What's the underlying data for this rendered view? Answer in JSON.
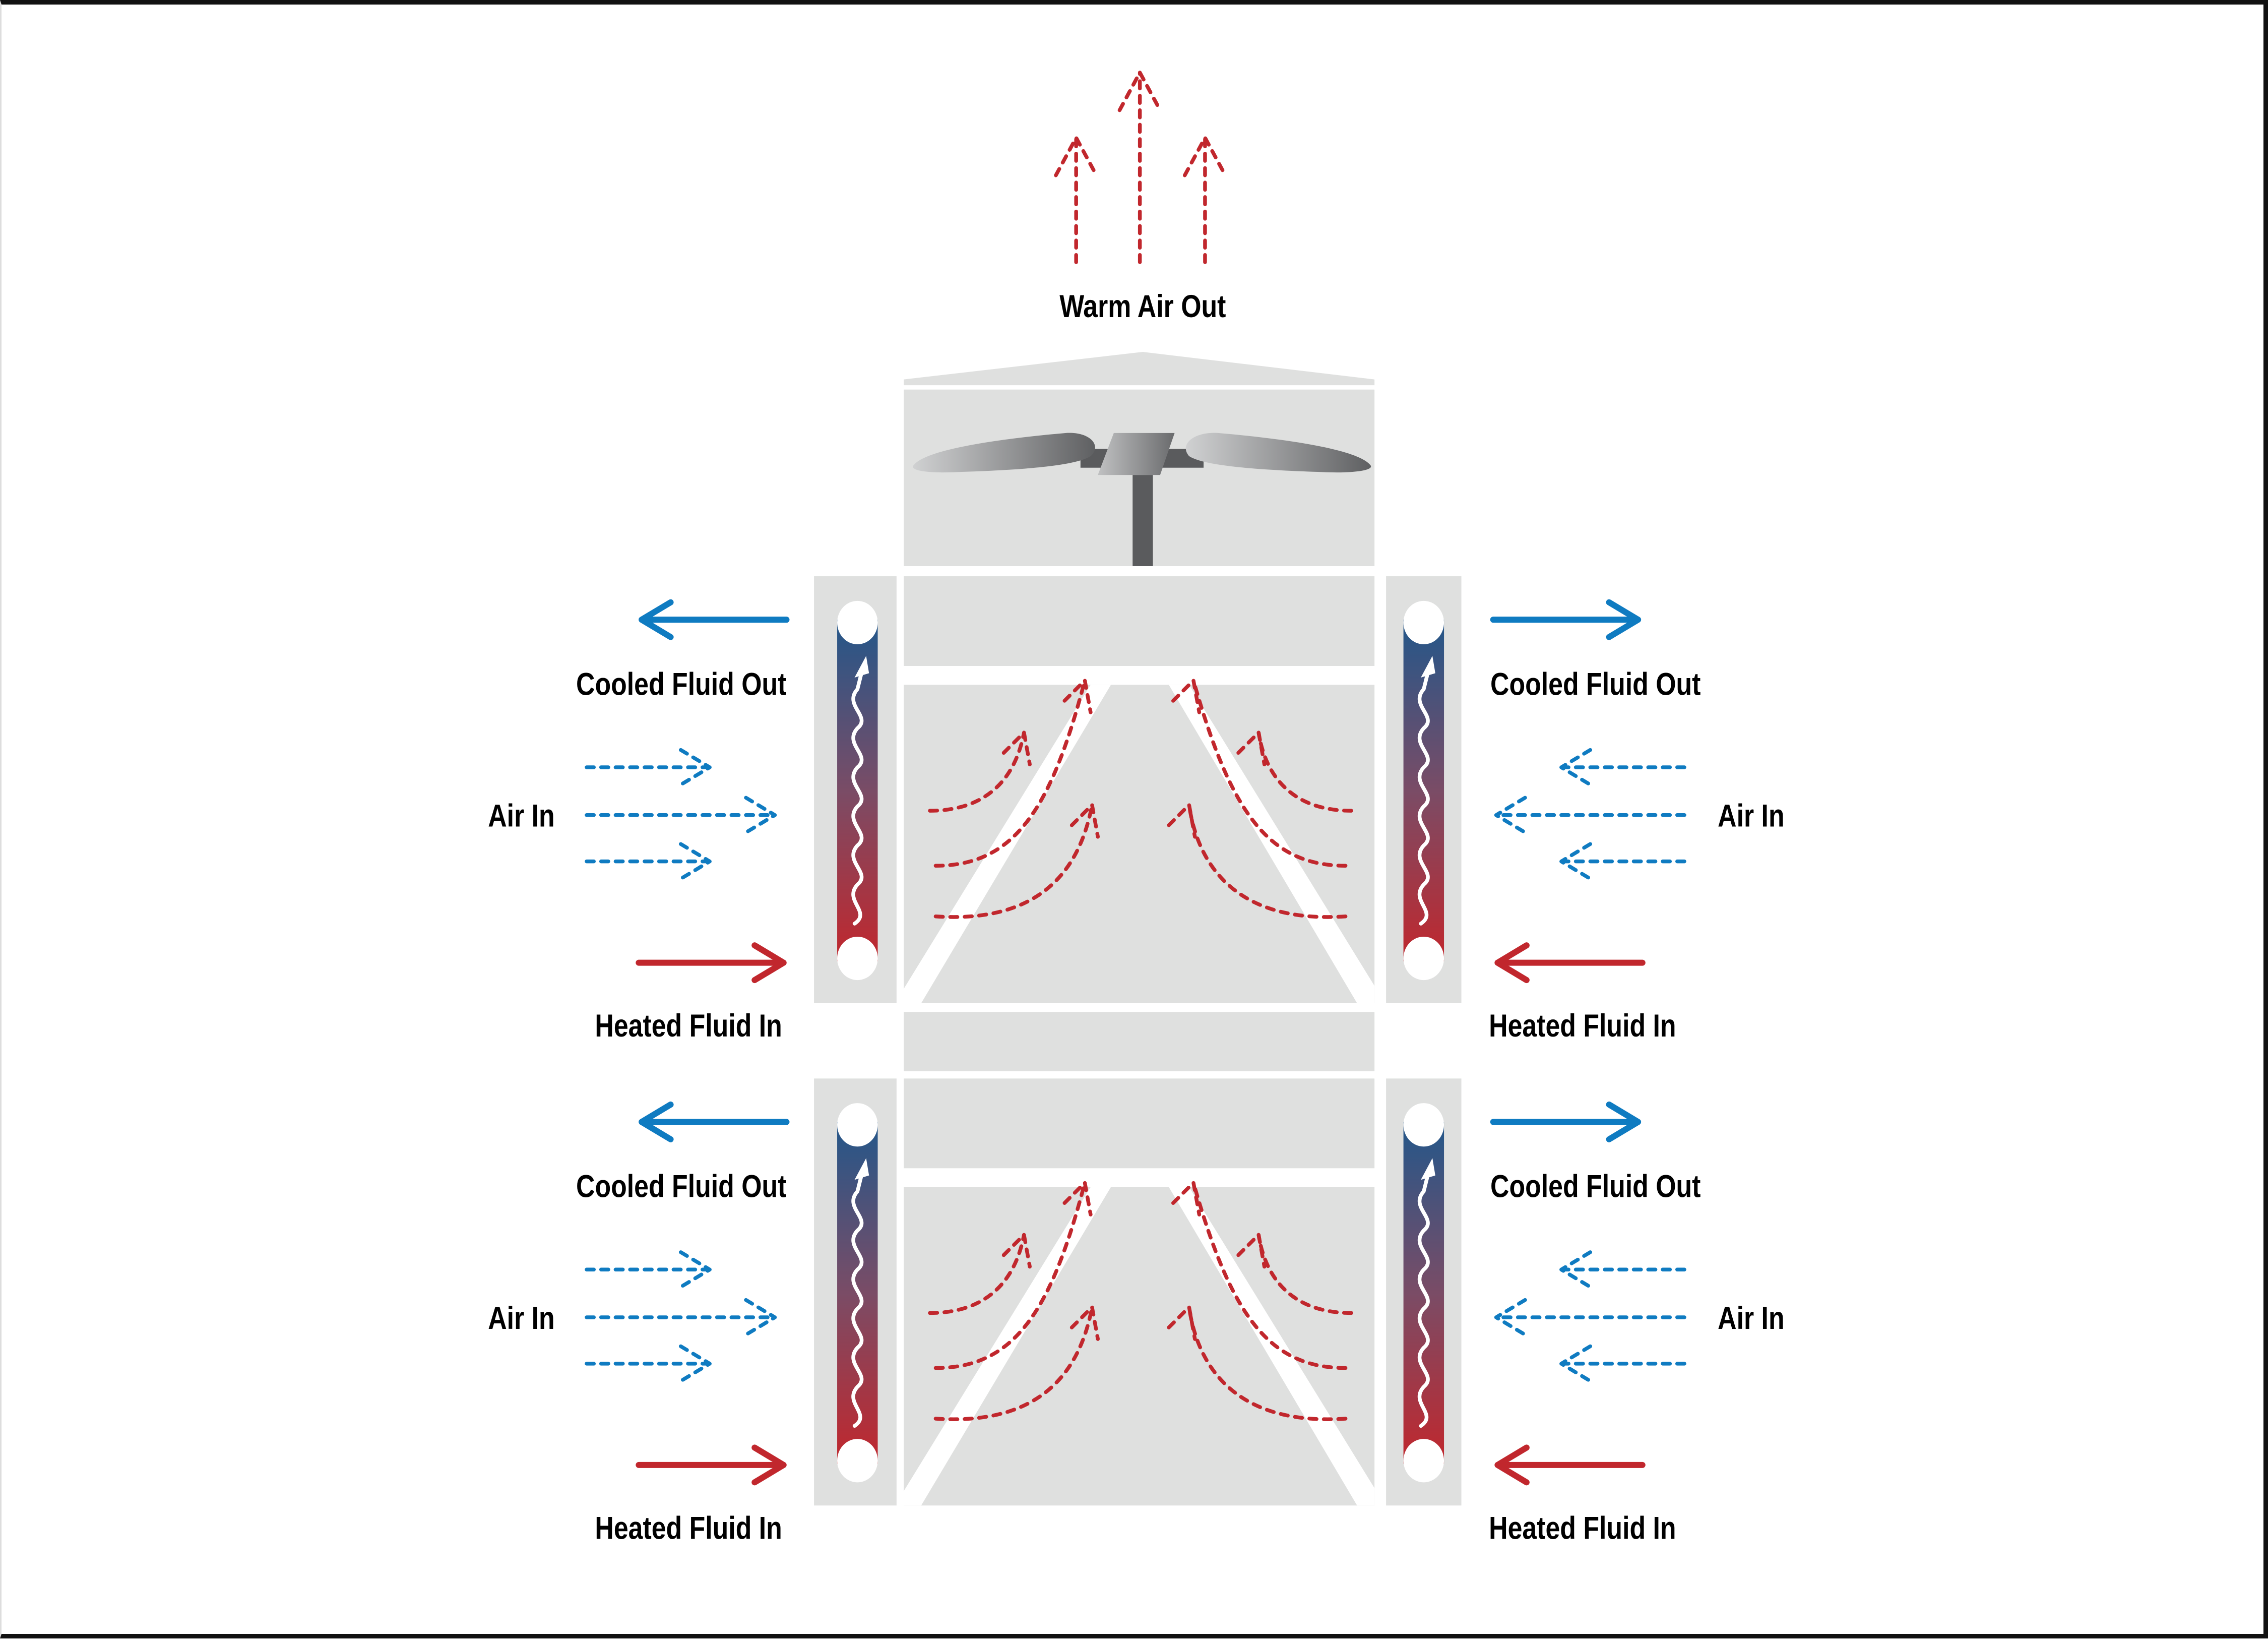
{
  "title": "Closed-circuit cooling tower airflow and fluid flow diagram",
  "colors": {
    "hot": "#c1272d",
    "cold": "#0f7bc1",
    "coil_top": "#23578a",
    "coil_bottom": "#c1272d",
    "housing": "#dfe0df",
    "fan_dark": "#5a5b5d",
    "text": "#000000"
  },
  "labels": {
    "warm_air_out": "Warm Air Out"
  },
  "tiers": [
    {
      "name": "upper-tier",
      "left": {
        "cooled_fluid_out": "Cooled Fluid Out",
        "air_in": "Air In",
        "heated_fluid_in": "Heated Fluid In"
      },
      "right": {
        "cooled_fluid_out": "Cooled Fluid Out",
        "air_in": "Air In",
        "heated_fluid_in": "Heated Fluid In"
      }
    },
    {
      "name": "lower-tier",
      "left": {
        "cooled_fluid_out": "Cooled Fluid Out",
        "air_in": "Air In",
        "heated_fluid_in": "Heated Fluid In"
      },
      "right": {
        "cooled_fluid_out": "Cooled Fluid Out",
        "air_in": "Air In",
        "heated_fluid_in": "Heated Fluid In"
      }
    }
  ],
  "icons": {
    "fan": "fan-icon",
    "warm_air_arrows": "dashed-up-arrow-icon",
    "fluid_out_arrow": "solid-arrow-icon",
    "fluid_in_arrow": "solid-arrow-icon",
    "air_in_arrows": "dashed-arrow-icon",
    "coil": "coil-tube-icon"
  }
}
